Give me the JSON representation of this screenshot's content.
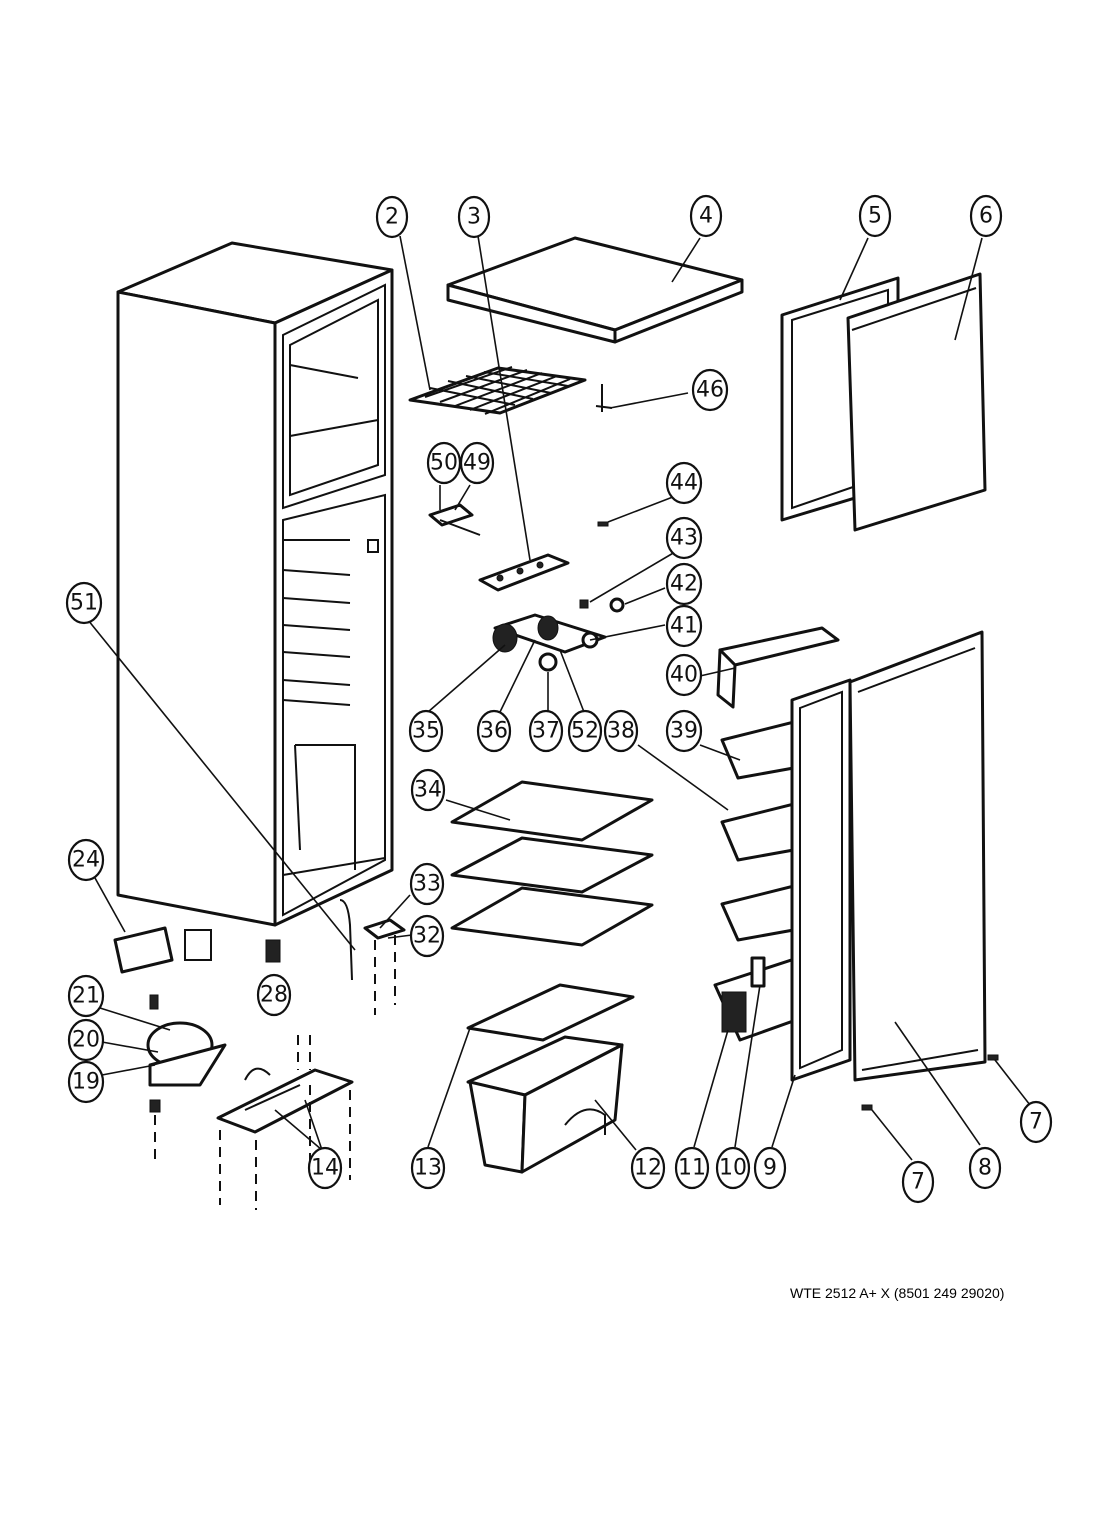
{
  "model_label": "WTE 2512 A+ X (8501 249 29020)",
  "callouts": [
    "2",
    "3",
    "4",
    "5",
    "6",
    "46",
    "50",
    "49",
    "44",
    "43",
    "42",
    "41",
    "51",
    "40",
    "35",
    "36",
    "37",
    "52",
    "38",
    "39",
    "34",
    "24",
    "33",
    "32",
    "28",
    "21",
    "20",
    "19",
    "14",
    "13",
    "12",
    "11",
    "10",
    "9",
    "7",
    "8",
    "7"
  ]
}
